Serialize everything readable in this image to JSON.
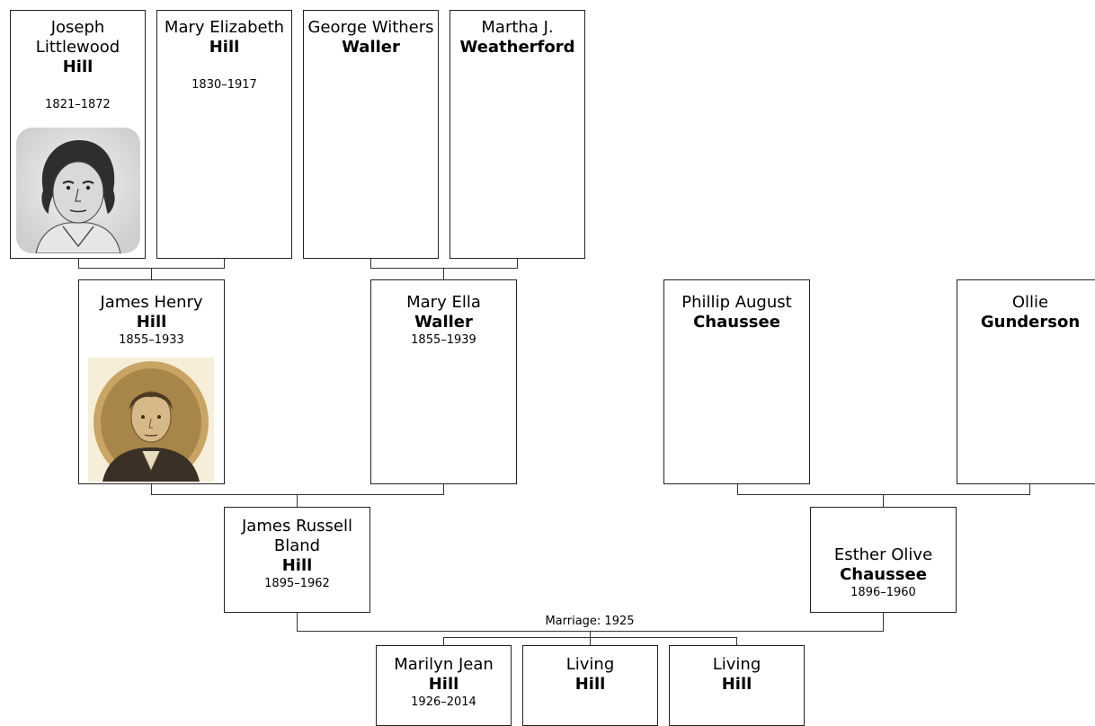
{
  "people": {
    "joseph": {
      "given": "Joseph Littlewood",
      "surname": "Hill",
      "years": "1821–1872"
    },
    "mary_e": {
      "given": "Mary Elizabeth",
      "surname": "Hill",
      "years": "1830–1917"
    },
    "george": {
      "given": "George Withers",
      "surname": "Waller"
    },
    "martha": {
      "given": "Martha J.",
      "surname": "Weatherford"
    },
    "james_h": {
      "given": "James Henry",
      "surname": "Hill",
      "years": "1855–1933"
    },
    "mary_ella": {
      "given": "Mary Ella",
      "surname": "Waller",
      "years": "1855–1939"
    },
    "phillip": {
      "given": "Phillip August",
      "surname": "Chaussee"
    },
    "ollie": {
      "given": "Ollie",
      "surname": "Gunderson"
    },
    "james_r": {
      "given": "James Russell Bland",
      "surname": "Hill",
      "years": "1895–1962"
    },
    "esther": {
      "given": "Esther Olive",
      "surname": "Chaussee",
      "years": "1896–1960"
    },
    "marilyn": {
      "given": "Marilyn Jean",
      "surname": "Hill",
      "years": "1926–2014"
    },
    "living1": {
      "given": "Living",
      "surname": "Hill"
    },
    "living2": {
      "given": "Living",
      "surname": "Hill"
    }
  },
  "marriage_label": "Marriage: 1925",
  "photos": {
    "joseph": "portrait-engraving-icon",
    "james_h": "portrait-sepia-photo-icon"
  }
}
